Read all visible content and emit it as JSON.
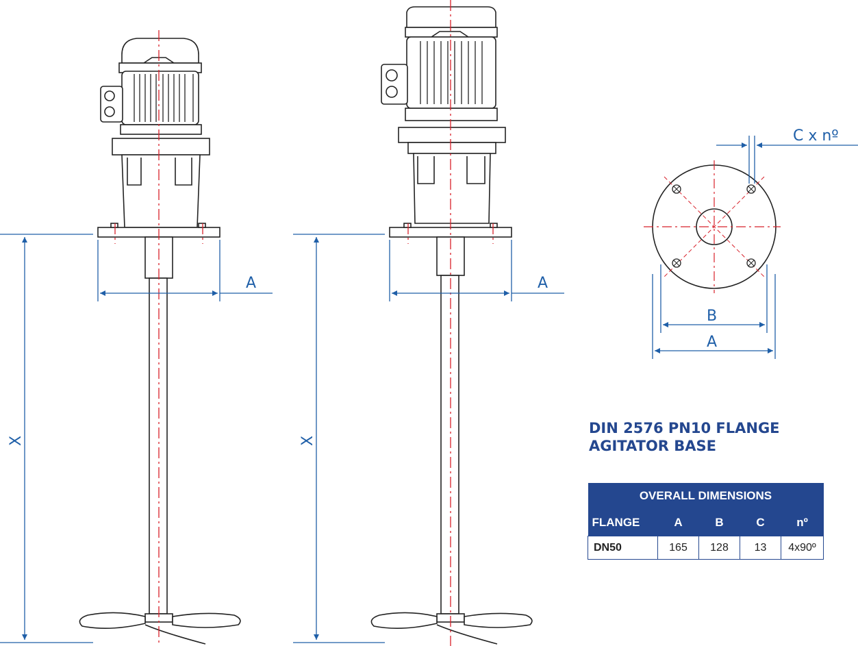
{
  "drawing": {
    "label_A": "A",
    "label_B": "B",
    "label_X": "X",
    "label_C_n": "C x nº"
  },
  "heading": {
    "line1": "DIN 2576 PN10 FLANGE",
    "line2": "AGITATOR BASE"
  },
  "table": {
    "title": "OVERALL DIMENSIONS",
    "headers": [
      "FLANGE",
      "A",
      "B",
      "C",
      "nº"
    ],
    "rows": [
      [
        "DN50",
        "165",
        "128",
        "13",
        "4x90º"
      ]
    ]
  },
  "colors": {
    "line": "#222222",
    "dimension": "#1f5fa8",
    "centerline": "#d8202a",
    "table_header": "#24478f"
  }
}
